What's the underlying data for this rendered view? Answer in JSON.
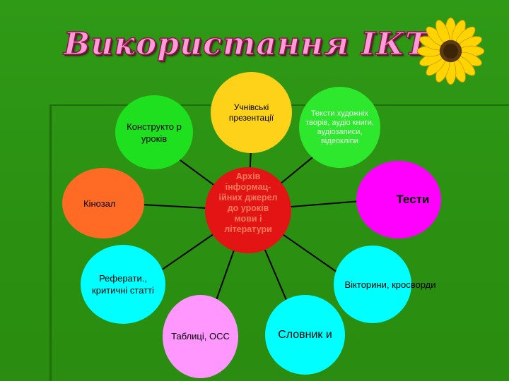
{
  "slide": {
    "title": "Використання ІКТ"
  },
  "colors": {
    "background": "#2b9112",
    "center": "#e31414",
    "title_fill": "#ff9bd8"
  },
  "diagram": {
    "center": "Архів інформац-ійних джерел до уроків мови і літератури",
    "nodes": [
      {
        "id": "top",
        "label": "Учнівські презентації",
        "color": "#ffd21a"
      },
      {
        "id": "tr",
        "label": "Тексти художніх творів, аудіо книги, аудіозаписи, відеокліпи",
        "color": "#2ee82e"
      },
      {
        "id": "konst",
        "label": "Конструкто р уроків",
        "color": "#1fe01f"
      },
      {
        "id": "kino",
        "label": "Кінозал",
        "color": "#ff6a24"
      },
      {
        "id": "testy",
        "label": "Тести",
        "color": "#ff00ff"
      },
      {
        "id": "ref",
        "label": "Реферати., критичні статті",
        "color": "#00ffff"
      },
      {
        "id": "vikt",
        "label": "Вікторини, кросворди",
        "color": "#00ffff"
      },
      {
        "id": "tabl",
        "label": "Таблиці, ОСС",
        "color": "#ff97ff"
      },
      {
        "id": "slov",
        "label": "Словник и",
        "color": "#00ffff"
      }
    ]
  },
  "icons": {
    "decoration": "sunflower-icon"
  }
}
